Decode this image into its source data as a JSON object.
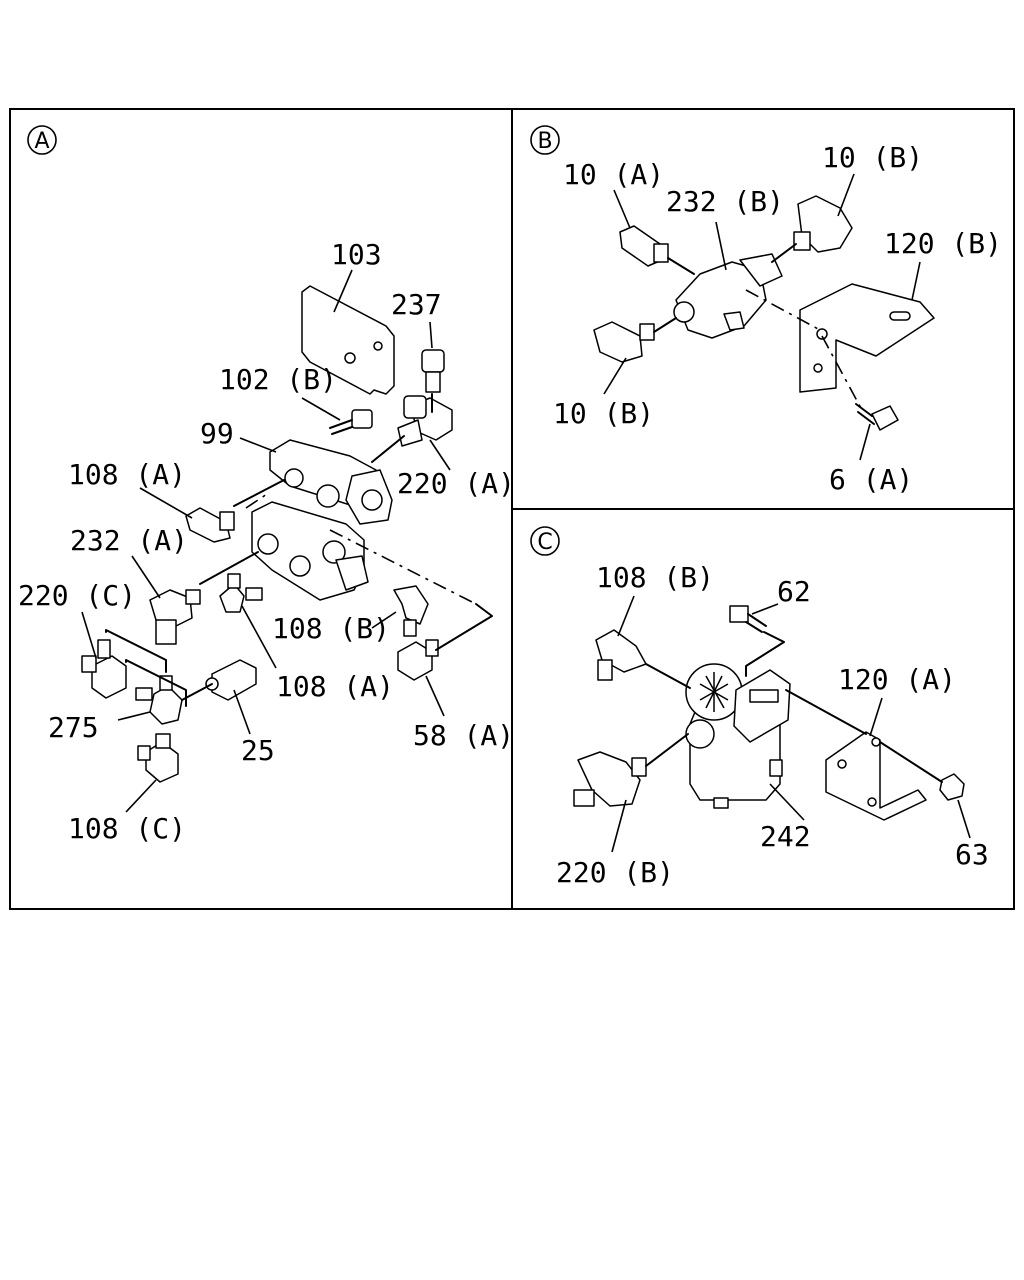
{
  "panels": {
    "a": {
      "marker": "A"
    },
    "b": {
      "marker": "B"
    },
    "c": {
      "marker": "C"
    }
  },
  "callouts": {
    "a": [
      "103",
      "237",
      "102 (B)",
      "99",
      "220 (A)",
      "108 (A)",
      "232 (A)",
      "220 (C)",
      "108 (B)",
      "108 (A)",
      "275",
      "25",
      "58 (A)",
      "108 (C)"
    ],
    "b": [
      "10 (A)",
      "232 (B)",
      "10 (B)",
      "120 (B)",
      "10 (B)",
      "6 (A)"
    ],
    "c": [
      "108 (B)",
      "62",
      "120 (A)",
      "242",
      "63",
      "220 (B)"
    ]
  }
}
